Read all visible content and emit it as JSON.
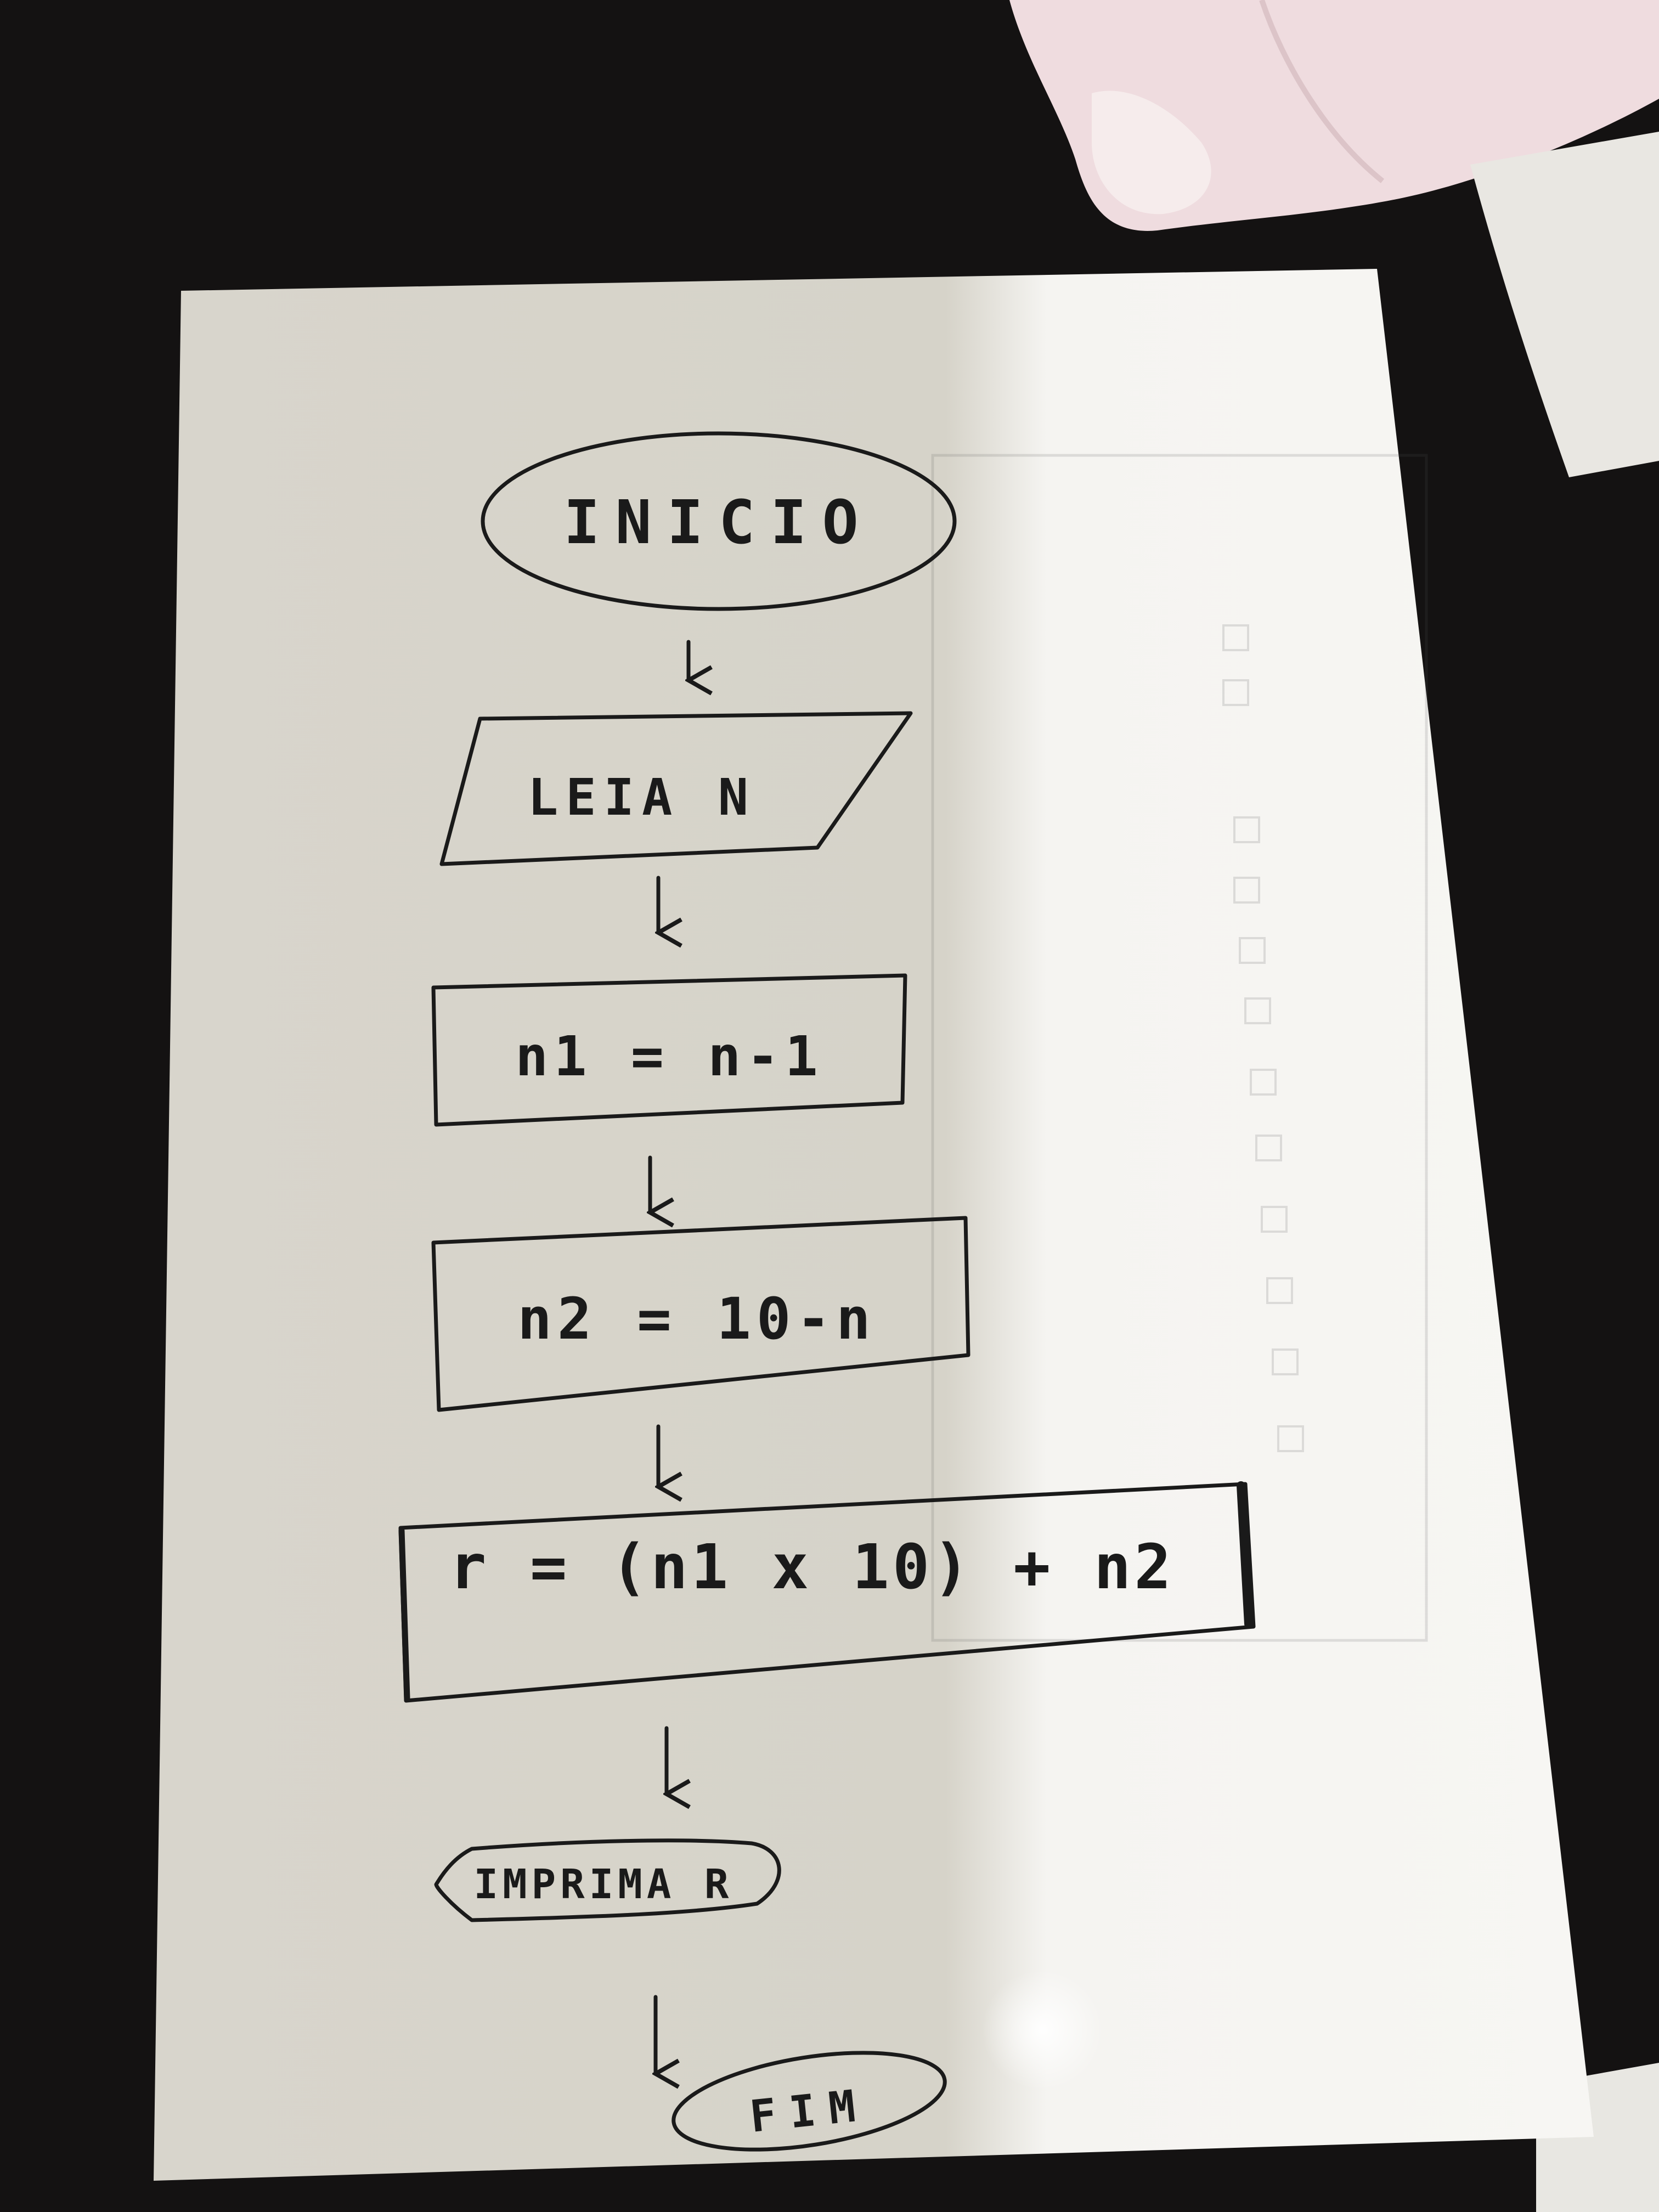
{
  "flowchart": {
    "start": {
      "text": "INICIO"
    },
    "input": {
      "text": "LEIA N"
    },
    "step1": {
      "text": "n1 = n-1"
    },
    "step2": {
      "text": "n2 = 10-n"
    },
    "step3": {
      "text": "r = (n1 x 10) + n2"
    },
    "output": {
      "text": "IMPRIMA R"
    },
    "end": {
      "text": "FIM"
    }
  },
  "colors": {
    "ink": "#1a1a1a",
    "paper": "#f4f3ef",
    "paper_shadow": "#d9d6cc",
    "table": "#141212",
    "towel": "#efdcdf"
  }
}
